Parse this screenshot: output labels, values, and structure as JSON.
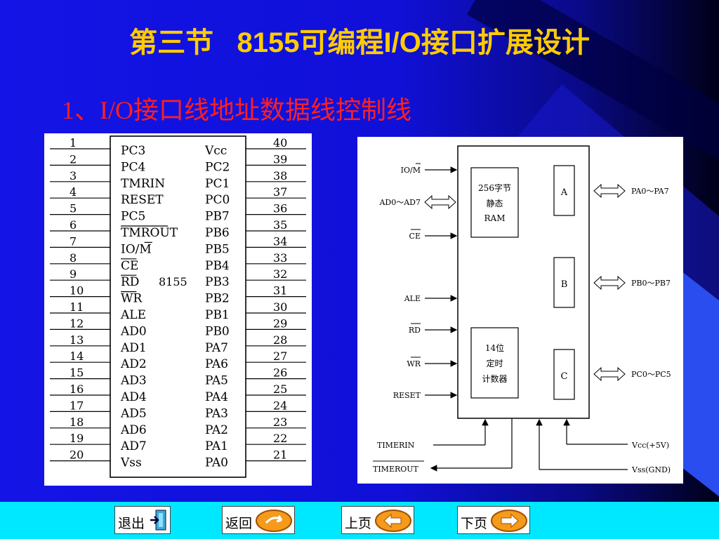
{
  "slide": {
    "title": "第三节   8155可编程I/O接口扩展设计",
    "subtitle": "1、I/O接口线地址数据线控制线"
  },
  "pinout": {
    "chip_label": "8155",
    "left_pins": [
      {
        "num": "1",
        "name": "PC3"
      },
      {
        "num": "2",
        "name": "PC4"
      },
      {
        "num": "3",
        "name": "TMRIN"
      },
      {
        "num": "4",
        "name": "RESET"
      },
      {
        "num": "5",
        "name": "PC5"
      },
      {
        "num": "6",
        "name": "TMROUT",
        "overline": "TMROUT"
      },
      {
        "num": "7",
        "name": "IO/M",
        "overline": "M"
      },
      {
        "num": "8",
        "name": "CE",
        "overline": "CE"
      },
      {
        "num": "9",
        "name": "RD",
        "overline": "RD"
      },
      {
        "num": "10",
        "name": "WR",
        "overline": "WR"
      },
      {
        "num": "11",
        "name": "ALE"
      },
      {
        "num": "12",
        "name": "AD0"
      },
      {
        "num": "13",
        "name": "AD1"
      },
      {
        "num": "14",
        "name": "AD2"
      },
      {
        "num": "15",
        "name": "AD3"
      },
      {
        "num": "16",
        "name": "AD4"
      },
      {
        "num": "17",
        "name": "AD5"
      },
      {
        "num": "18",
        "name": "AD6"
      },
      {
        "num": "19",
        "name": "AD7"
      },
      {
        "num": "20",
        "name": "Vss"
      }
    ],
    "right_pins": [
      {
        "num": "40",
        "name": "Vcc"
      },
      {
        "num": "39",
        "name": "PC2"
      },
      {
        "num": "38",
        "name": "PC1"
      },
      {
        "num": "37",
        "name": "PC0"
      },
      {
        "num": "36",
        "name": "PB7"
      },
      {
        "num": "35",
        "name": "PB6"
      },
      {
        "num": "34",
        "name": "PB5"
      },
      {
        "num": "33",
        "name": "PB4"
      },
      {
        "num": "32",
        "name": "PB3"
      },
      {
        "num": "31",
        "name": "PB2"
      },
      {
        "num": "30",
        "name": "PB1"
      },
      {
        "num": "29",
        "name": "PB0"
      },
      {
        "num": "28",
        "name": "PA7"
      },
      {
        "num": "27",
        "name": "PA6"
      },
      {
        "num": "26",
        "name": "PA5"
      },
      {
        "num": "25",
        "name": "PA4"
      },
      {
        "num": "24",
        "name": "PA3"
      },
      {
        "num": "23",
        "name": "PA2"
      },
      {
        "num": "22",
        "name": "PA1"
      },
      {
        "num": "21",
        "name": "PA0"
      }
    ]
  },
  "block": {
    "ram_lines": [
      "256字节",
      "静态",
      "RAM"
    ],
    "timer_lines": [
      "14位",
      "定时",
      "计数器"
    ],
    "port_a": "A",
    "port_b": "B",
    "port_c": "C",
    "inputs": [
      {
        "label": "IO/M",
        "overline": "M",
        "kind": "in"
      },
      {
        "label": "AD0～AD7",
        "kind": "bi"
      },
      {
        "label": "CE",
        "overline": "CE",
        "kind": "in"
      },
      {
        "label": "ALE",
        "kind": "in"
      },
      {
        "label": "RD",
        "overline": "RD",
        "kind": "in"
      },
      {
        "label": "WR",
        "overline": "WR",
        "kind": "in"
      },
      {
        "label": "RESET",
        "kind": "in"
      }
    ],
    "outputs": [
      "PA0～PA7",
      "PB0～PB7",
      "PC0～PC5"
    ],
    "timerin": "TIMERIN",
    "timerout": "TIMEROUT",
    "vcc": "Vcc(+5V)",
    "vss": "Vss(GND)"
  },
  "nav": {
    "exit": "退出",
    "back": "返回",
    "prev": "上页",
    "next": "下页"
  }
}
